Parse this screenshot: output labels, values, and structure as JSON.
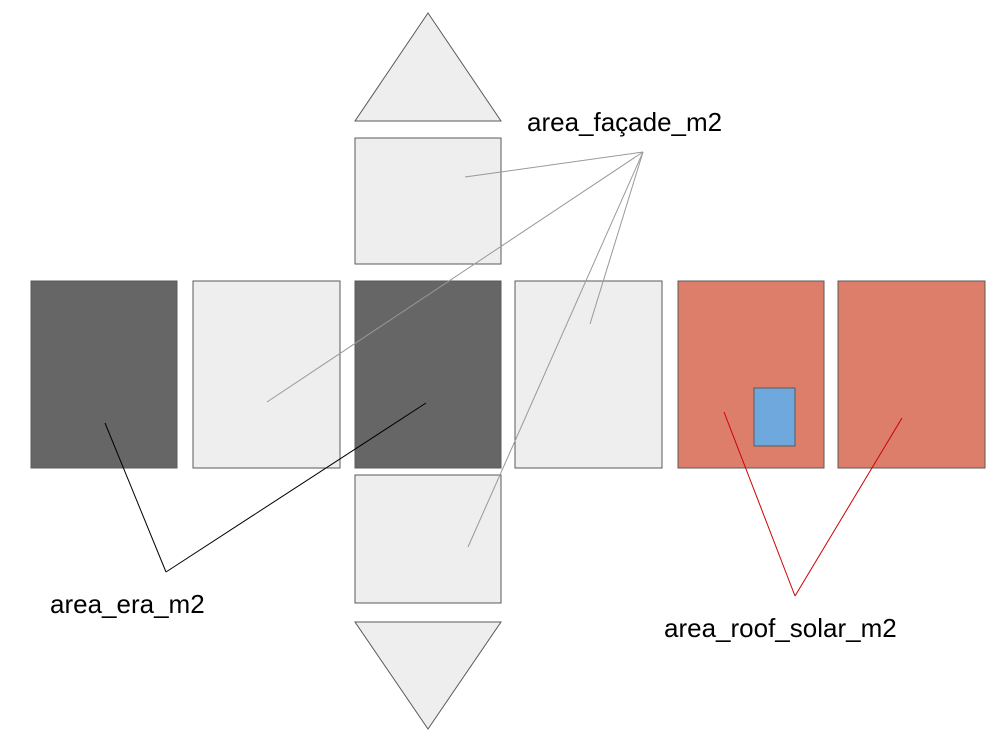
{
  "colors": {
    "facade_fill": "#eeeeee",
    "era_fill": "#666666",
    "roof_fill": "#dd7e6b",
    "solar_fill": "#6fa8dc",
    "outline": "#595959",
    "facade_leader": "#999999",
    "era_leader": "#000000",
    "roof_leader": "#cc0000",
    "text": "#000000"
  },
  "labels": {
    "facade": "area_façade_m2",
    "era": "area_era_m2",
    "roof_solar": "area_roof_solar_m2"
  }
}
